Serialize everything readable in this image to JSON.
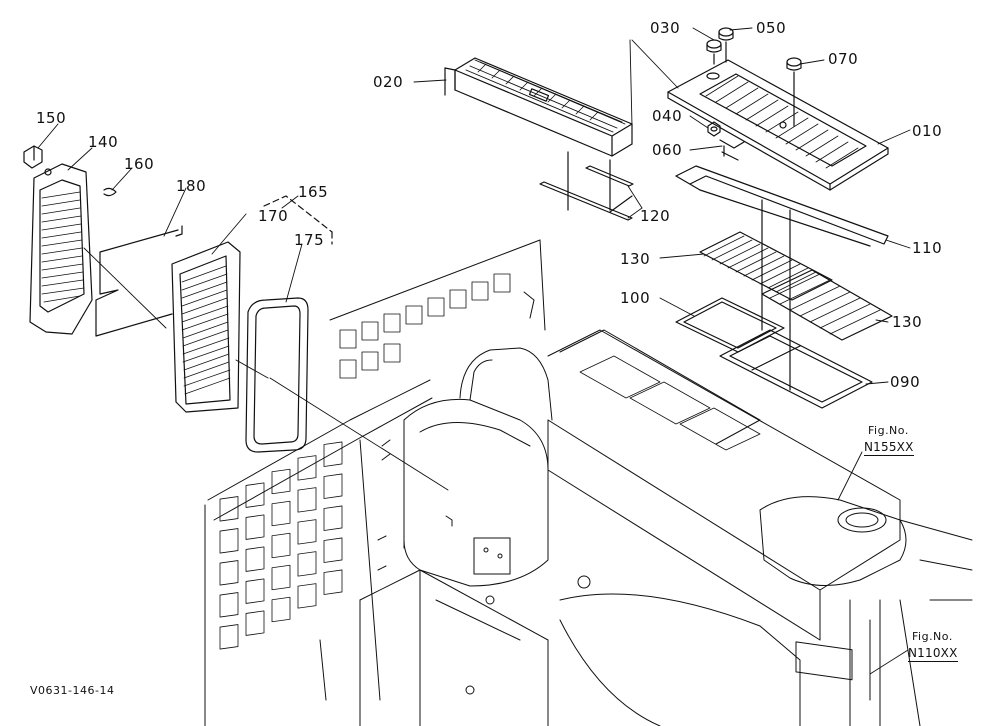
{
  "parts": {
    "p010": "010",
    "p020": "020",
    "p030": "030",
    "p040": "040",
    "p050": "050",
    "p060": "060",
    "p070": "070",
    "p090": "090",
    "p100": "100",
    "p110": "110",
    "p120": "120",
    "p130a": "130",
    "p130b": "130",
    "p140": "140",
    "p150": "150",
    "p160": "160",
    "p165": "165",
    "p170": "170",
    "p175": "175",
    "p180": "180"
  },
  "fig_refs": {
    "ref1_label": "Fig.No.",
    "ref1_value": "N155XX",
    "ref2_label": "Fig.No.",
    "ref2_value": "N110XX"
  },
  "drawing_id": "V0631-146-14",
  "colors": {
    "ink": "#111111",
    "paper": "#ffffff"
  }
}
